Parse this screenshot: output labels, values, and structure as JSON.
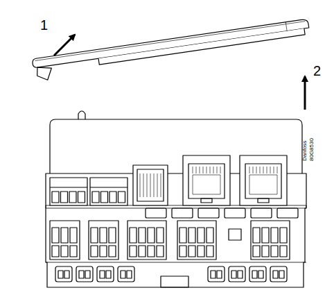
{
  "diagram": {
    "labels": [
      "1",
      "2",
      "Danfoss",
      "80G8530"
    ]
  }
}
